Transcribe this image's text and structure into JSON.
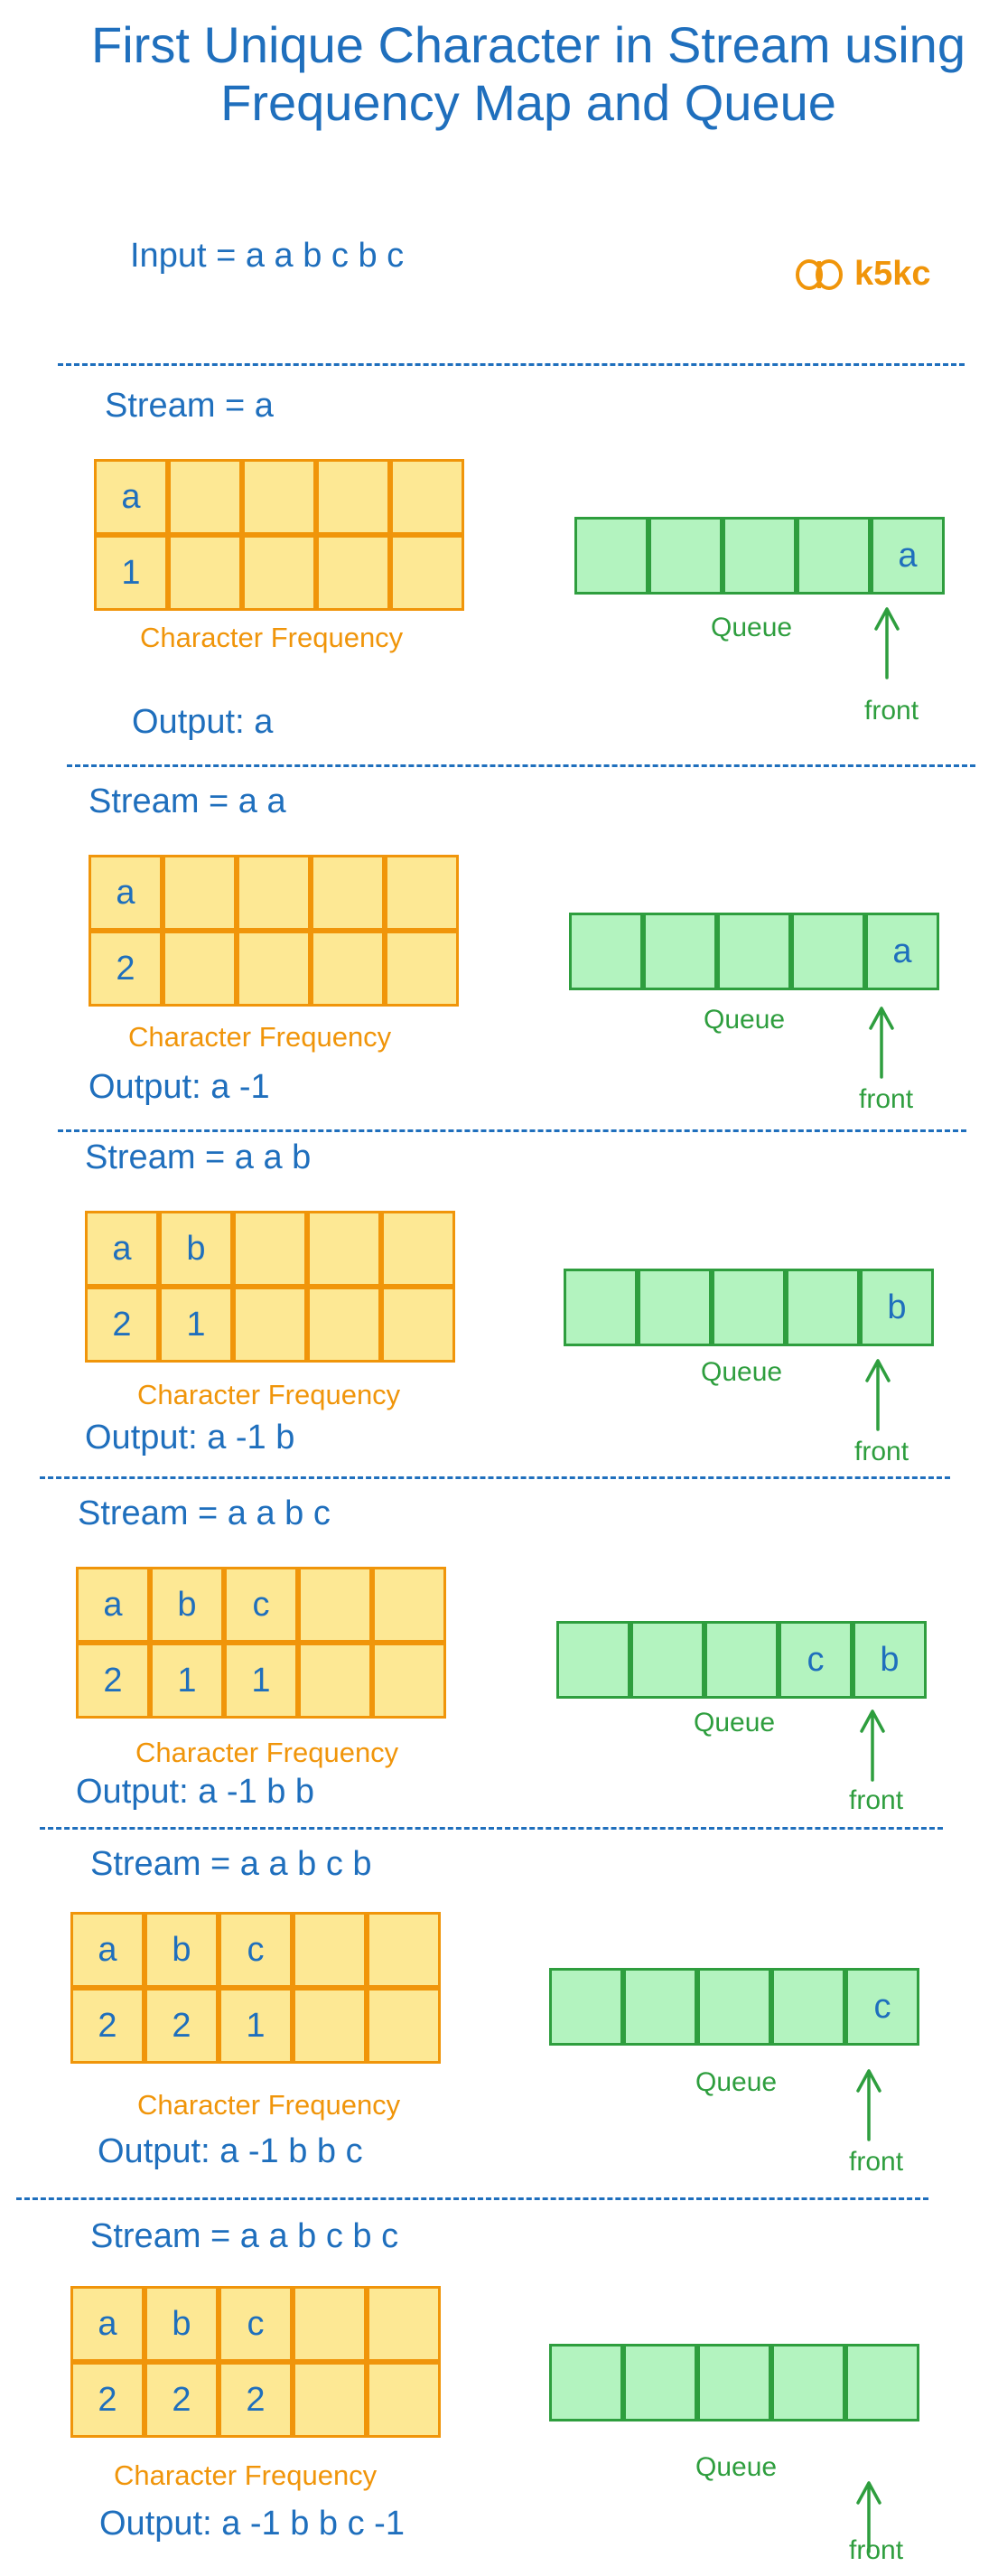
{
  "title": {
    "line1": "First Unique Character in Stream using",
    "line2": "Frequency Map and Queue"
  },
  "input_text": "Input = a a b c b c",
  "logo_text": "k5kc",
  "labels": {
    "character_frequency": "Character Frequency",
    "queue": "Queue",
    "front": "front"
  },
  "colors": {
    "text_blue": "#1f6fbd",
    "freq_fill": "#fde894",
    "freq_border": "#f0950a",
    "queue_fill": "#b3f3bf",
    "queue_border": "#2e9e3e"
  },
  "steps": [
    {
      "stream": "Stream = a",
      "chars": [
        "a",
        "",
        "",
        "",
        ""
      ],
      "counts": [
        "1",
        "",
        "",
        "",
        ""
      ],
      "queue": [
        "",
        "",
        "",
        "",
        "a"
      ],
      "output": "Output: a"
    },
    {
      "stream": "Stream = a a",
      "chars": [
        "a",
        "",
        "",
        "",
        ""
      ],
      "counts": [
        "2",
        "",
        "",
        "",
        ""
      ],
      "queue": [
        "",
        "",
        "",
        "",
        "a"
      ],
      "output": "Output: a -1"
    },
    {
      "stream": "Stream = a a b",
      "chars": [
        "a",
        "b",
        "",
        "",
        ""
      ],
      "counts": [
        "2",
        "1",
        "",
        "",
        ""
      ],
      "queue": [
        "",
        "",
        "",
        "",
        "b"
      ],
      "output": "Output: a -1 b"
    },
    {
      "stream": "Stream = a a b c",
      "chars": [
        "a",
        "b",
        "c",
        "",
        ""
      ],
      "counts": [
        "2",
        "1",
        "1",
        "",
        ""
      ],
      "queue": [
        "",
        "",
        "",
        "c",
        "b"
      ],
      "output": "Output: a -1 b b"
    },
    {
      "stream": "Stream = a a b c b",
      "chars": [
        "a",
        "b",
        "c",
        "",
        ""
      ],
      "counts": [
        "2",
        "2",
        "1",
        "",
        ""
      ],
      "queue": [
        "",
        "",
        "",
        "",
        "c"
      ],
      "output": "Output: a -1 b b c"
    },
    {
      "stream": "Stream = a a b c b c",
      "chars": [
        "a",
        "b",
        "c",
        "",
        ""
      ],
      "counts": [
        "2",
        "2",
        "2",
        "",
        ""
      ],
      "queue": [
        "",
        "",
        "",
        "",
        ""
      ],
      "output": "Output: a -1 b b c -1"
    }
  ]
}
